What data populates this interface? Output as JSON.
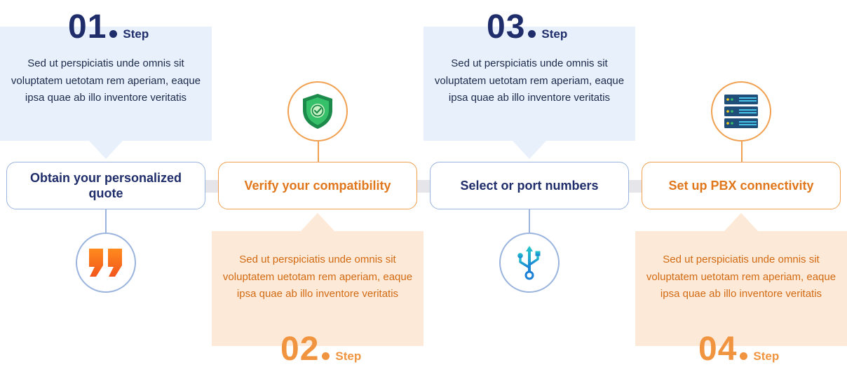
{
  "steps": [
    {
      "number": "01",
      "step_label": "Step",
      "title": "Obtain your personalized quote",
      "description": "Sed ut perspiciatis unde omnis sit voluptatem uetotam rem aperiam, eaque ipsa quae ab illo inventore veritatis",
      "icon": "quote-icon"
    },
    {
      "number": "02",
      "step_label": "Step",
      "title": "Verify your compatibility",
      "description": "Sed ut perspiciatis unde omnis sit voluptatem uetotam rem aperiam, eaque ipsa quae ab illo inventore veritatis",
      "icon": "shield-check-icon"
    },
    {
      "number": "03",
      "step_label": "Step",
      "title": "Select or port numbers",
      "description": "Sed ut perspiciatis unde omnis sit voluptatem uetotam rem aperiam, eaque ipsa quae ab illo inventore veritatis",
      "icon": "usb-icon"
    },
    {
      "number": "04",
      "step_label": "Step",
      "title": "Set up PBX connectivity",
      "description": "Sed ut perspiciatis unde omnis sit voluptatem uetotam rem aperiam, eaque ipsa quae ab illo inventore veritatis",
      "icon": "server-icon"
    }
  ],
  "colors": {
    "navy": "#1f2d6b",
    "orange": "#f0943f",
    "light_blue_bg": "#e8f0fc",
    "peach_bg": "#fde9d8",
    "connector_gray": "#e5e5ea"
  }
}
